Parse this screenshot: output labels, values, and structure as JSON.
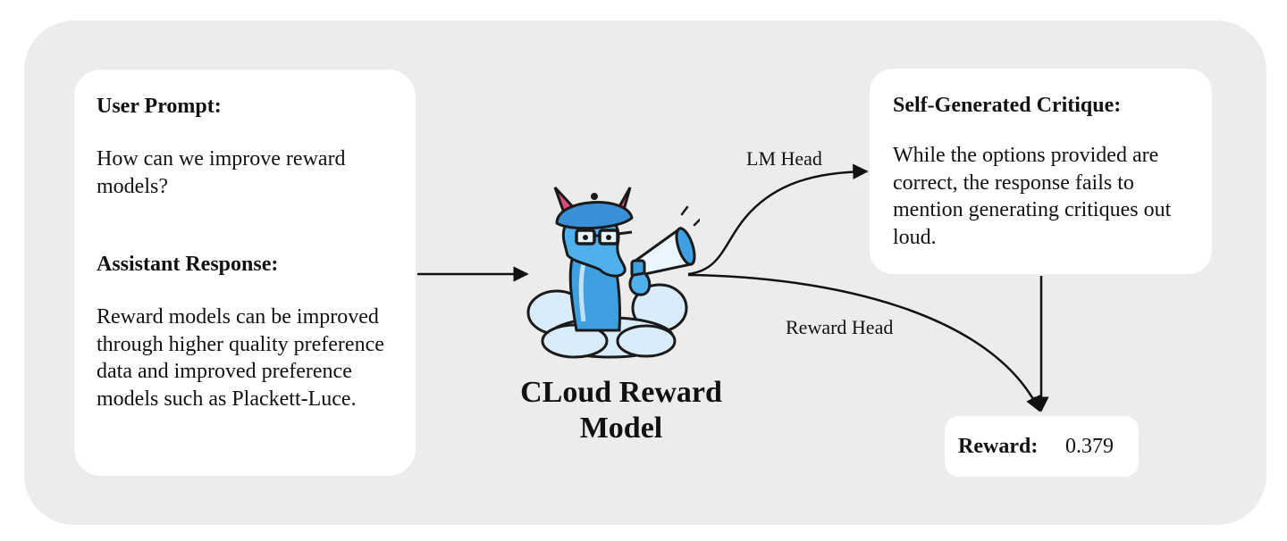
{
  "input": {
    "prompt_heading": "User Prompt:",
    "prompt_text": "How can we improve reward models?",
    "response_heading": "Assistant Response:",
    "response_text": "Reward models can be improved through higher quality preference data and improved preference models such as Plackett-Luce."
  },
  "model": {
    "title_line1": "CLoud Reward",
    "title_line2": "Model",
    "mascot_icon": "llama-megaphone-icon"
  },
  "edges": {
    "lm_head": "LM Head",
    "reward_head": "Reward Head"
  },
  "critique": {
    "heading": "Self-Generated Critique:",
    "text": "While the options provided are correct, the response fails to mention generating critiques out loud."
  },
  "reward": {
    "label": "Reward:",
    "value": "0.379"
  },
  "colors": {
    "panel_background": "#edecea",
    "card_background": "#ffffff",
    "mascot_blue": "#3fa0e0"
  }
}
